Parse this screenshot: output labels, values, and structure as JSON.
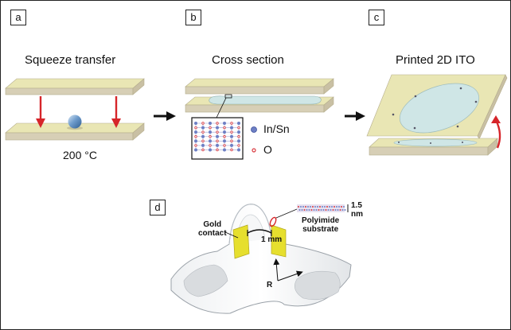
{
  "panels": {
    "a": {
      "label": "a",
      "title": "Squeeze transfer",
      "temperature": "200 °C"
    },
    "b": {
      "label": "b",
      "title": "Cross section",
      "legend": {
        "in_sn": "In/Sn",
        "o": "O"
      }
    },
    "c": {
      "label": "c",
      "title": "Printed 2D ITO"
    },
    "d": {
      "label": "d",
      "gold_contact": [
        "Gold",
        "contact"
      ],
      "scale_bar": "1 mm",
      "substrate": [
        "Polyimide",
        "substrate"
      ],
      "thickness": [
        "1.5",
        "nm"
      ],
      "radius": "R"
    }
  },
  "colors": {
    "plate_top": "#e9e6b4",
    "plate_side": "#d7cfb6",
    "arrow_red": "#d6252a",
    "droplet": "#5f8fc2",
    "film": "#cfe6e6",
    "in_sn": "#6d7fc4",
    "oxygen": "#d9393f",
    "gold": "#e6df2e"
  }
}
